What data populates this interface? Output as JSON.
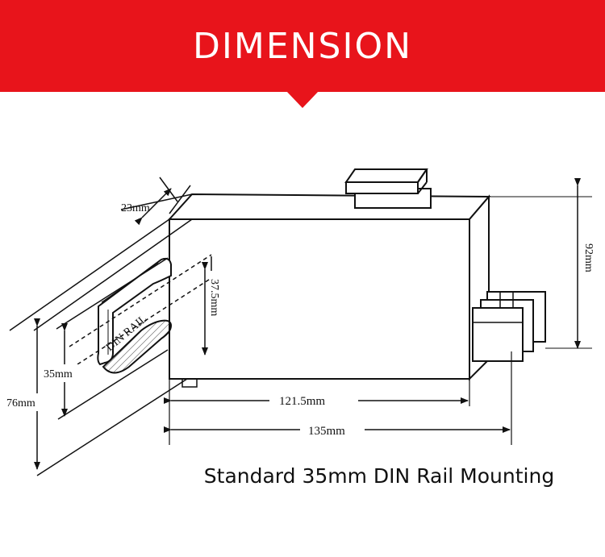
{
  "header": {
    "title": "DIMENSION",
    "background_color": "#e8141b"
  },
  "dimensions": {
    "depth_top": "23mm",
    "height_right": "92mm",
    "rail_spacing": "37.5mm",
    "rail_width": "35mm",
    "side_height": "76mm",
    "width_inner": "121.5mm",
    "width_total": "135mm"
  },
  "rail_label": "DIN RAIL",
  "caption": "Standard 35mm DIN Rail Mounting"
}
